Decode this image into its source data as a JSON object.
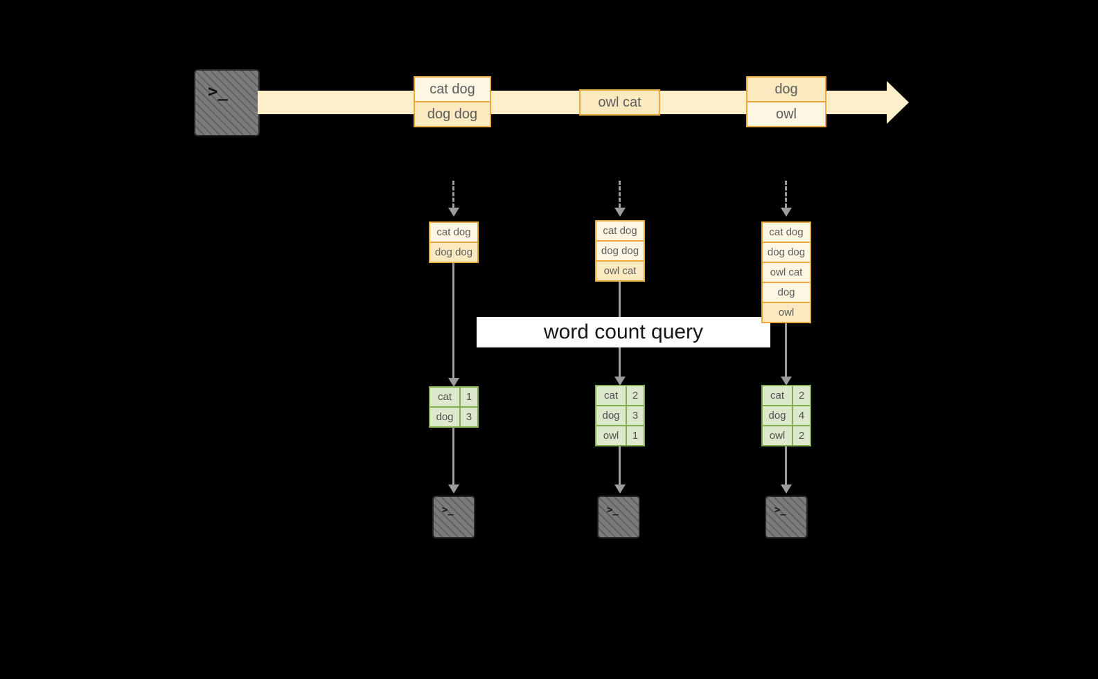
{
  "colors": {
    "background": "#000000",
    "stream_band": "#fcefc9",
    "orange_border": "#eba93c",
    "box_fill_light": "#fdf6e2",
    "box_fill_dark": "#fbe9c0",
    "green_border": "#84ad4f",
    "green_fill": "#dde9cc",
    "arrow_gray": "#9c9c9c",
    "terminal_fill": "#7b7b7b",
    "banner_bg": "#ffffff"
  },
  "source_terminal": {
    "glyph": ">_"
  },
  "stream": {
    "events": [
      {
        "rows": [
          "cat dog",
          "dog dog"
        ]
      },
      {
        "rows": [
          "owl cat"
        ]
      },
      {
        "rows": [
          "dog",
          "owl"
        ]
      }
    ]
  },
  "query_banner": {
    "label": "word count query"
  },
  "columns": [
    {
      "buffer": [
        "cat dog",
        "dog dog"
      ],
      "results": [
        {
          "word": "cat",
          "count": "1"
        },
        {
          "word": "dog",
          "count": "3"
        }
      ],
      "sink_glyph": ">_"
    },
    {
      "buffer": [
        "cat dog",
        "dog dog",
        "owl cat"
      ],
      "results": [
        {
          "word": "cat",
          "count": "2"
        },
        {
          "word": "dog",
          "count": "3"
        },
        {
          "word": "owl",
          "count": "1"
        }
      ],
      "sink_glyph": ">_"
    },
    {
      "buffer": [
        "cat dog",
        "dog dog",
        "owl cat",
        "dog",
        "owl"
      ],
      "results": [
        {
          "word": "cat",
          "count": "2"
        },
        {
          "word": "dog",
          "count": "4"
        },
        {
          "word": "owl",
          "count": "2"
        }
      ],
      "sink_glyph": ">_"
    }
  ]
}
